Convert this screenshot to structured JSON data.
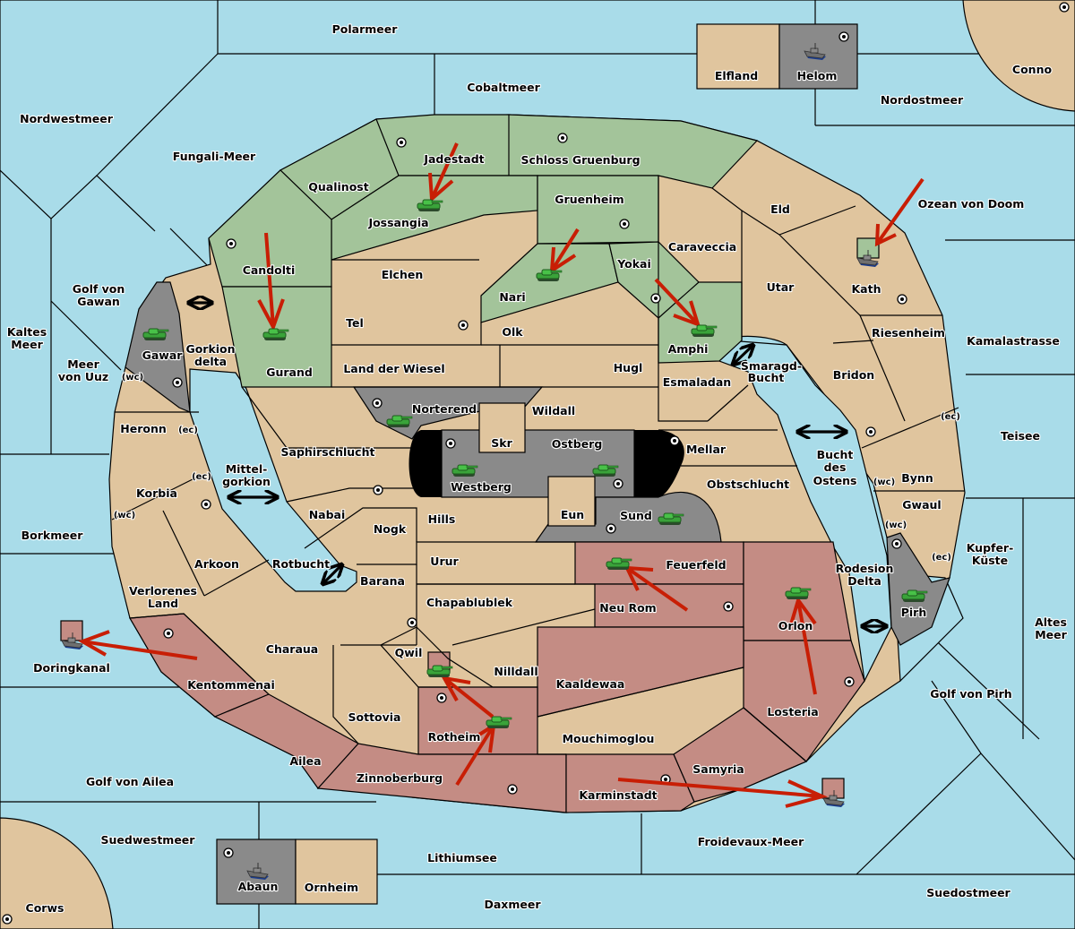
{
  "title": "Diplomacy map",
  "colors": {
    "sea": "#a9dce9",
    "neutral_land": "#e0c59e",
    "green_power": "#a3c49a",
    "red_power": "#c48c84",
    "grey_power": "#8a8a8a",
    "order_arrow": "#c81e05",
    "unit_army": "#3aa33a",
    "unit_fleet": "#6f6f6f"
  },
  "territories": {
    "polarmeer": "Polarmeer",
    "cobaltmeer": "Cobaltmeer",
    "nordwestmeer": "Nordwestmeer",
    "fungali_meer": "Fungali-Meer",
    "elfland": "Elfland",
    "helom": "Helom",
    "conno": "Conno",
    "nordostmeer": "Nordostmeer",
    "jadestadt": "Jadestadt",
    "schloss_gruenburg": "Schloss Gruenburg",
    "qualinost": "Qualinost",
    "jossangia": "Jossangia",
    "gruenheim": "Gruenheim",
    "eld": "Eld",
    "ozean_von_doom": "Ozean von Doom",
    "caraveccia": "Caraveccia",
    "candolti": "Candolti",
    "elchen": "Elchen",
    "yokai": "Yokai",
    "nari": "Nari",
    "utar": "Utar",
    "kath": "Kath",
    "golf_von_gawan": "Golf von Gawan",
    "kaltes_meer": "Kaltes Meer",
    "meer_von_uuz": "Meer von Uuz",
    "gawar": "Gawar",
    "gorkion_delta": "Gorkion delta",
    "gurand": "Gurand",
    "tel": "Tel",
    "olk": "Olk",
    "amphi": "Amphi",
    "riesenheim": "Riesenheim",
    "kamalastrasse": "Kamalastrasse",
    "land_der_wiesel": "Land der Wiesel",
    "hugl": "Hugl",
    "smaragd_bucht": "Smaragd-Bucht",
    "bridon": "Bridon",
    "esmaladan": "Esmaladan",
    "norterend": "Norterend",
    "wildall": "Wildall",
    "heronn": "Heronn",
    "skr": "Skr",
    "ostberg": "Ostberg",
    "mellar": "Mellar",
    "bucht_des_ostens": "Bucht des Ostens",
    "teisee": "Teisee",
    "saphirschlucht": "Saphirschlucht",
    "westberg": "Westberg",
    "mittelgorkion": "Mittel-gorkion",
    "korbia": "Korbia",
    "obstschlucht": "Obstschlucht",
    "bynn": "Bynn",
    "gwaul": "Gwaul",
    "nabai": "Nabai",
    "hills": "Hills",
    "eun": "Eun",
    "sund": "Sund",
    "nogk": "Nogk",
    "borkmeer": "Borkmeer",
    "urur": "Urur",
    "feuerfeld": "Feuerfeld",
    "kupfer_kueste": "Kupfer-Küste",
    "arkoon": "Arkoon",
    "rotbucht": "Rotbucht",
    "barana": "Barana",
    "rodesion_delta": "Rodesion Delta",
    "verlorenes_land": "Verlorenes Land",
    "chapablublek": "Chapablublek",
    "neu_rom": "Neu Rom",
    "orlon": "Orlon",
    "pirh": "Pirh",
    "altes_meer": "Altes Meer",
    "doringkanal": "Doringkanal",
    "charaua": "Charaua",
    "qwil": "Qwil",
    "nilldall": "Nilldall",
    "kentommenai": "Kentommenai",
    "kaaldewaa": "Kaaldewaa",
    "golf_von_pirh": "Golf von Pirh",
    "losteria": "Losteria",
    "sottovia": "Sottovia",
    "rotheim": "Rotheim",
    "mouchimoglou": "Mouchimoglou",
    "ailea": "Ailea",
    "samyria": "Samyria",
    "zinnoberburg": "Zinnoberburg",
    "karminstadt": "Karminstadt",
    "golf_von_ailea": "Golf von Ailea",
    "suedwestmeer": "Suedwestmeer",
    "froidevaux_meer": "Froidevaux-Meer",
    "lithiumsee": "Lithiumsee",
    "abaun": "Abaun",
    "ornheim": "Ornheim",
    "suedostmeer": "Suedostmeer",
    "daxmeer": "Daxmeer",
    "corws": "Corws"
  },
  "coast_tags": {
    "wc": "(wc)",
    "ec": "(ec)"
  },
  "units": [
    {
      "type": "army",
      "territory": "Jossangia",
      "owner": "green"
    },
    {
      "type": "army",
      "territory": "Gurand",
      "owner": "green"
    },
    {
      "type": "army",
      "territory": "Nari",
      "owner": "green"
    },
    {
      "type": "army",
      "territory": "Amphi",
      "owner": "green"
    },
    {
      "type": "army",
      "territory": "Gawar",
      "owner": "grey"
    },
    {
      "type": "army",
      "territory": "Norterend",
      "owner": "grey"
    },
    {
      "type": "army",
      "territory": "Westberg",
      "owner": "grey"
    },
    {
      "type": "army",
      "territory": "Ostberg",
      "owner": "grey"
    },
    {
      "type": "army",
      "territory": "Sund",
      "owner": "grey"
    },
    {
      "type": "army",
      "territory": "Pirh",
      "owner": "grey"
    },
    {
      "type": "army",
      "territory": "Feuerfeld",
      "owner": "red"
    },
    {
      "type": "army",
      "territory": "Orlon",
      "owner": "red"
    },
    {
      "type": "army",
      "territory": "Qwil",
      "owner": "red"
    },
    {
      "type": "army",
      "territory": "Rotheim",
      "owner": "red"
    },
    {
      "type": "fleet",
      "territory": "Helom",
      "owner": "grey"
    },
    {
      "type": "fleet",
      "territory": "Abaun",
      "owner": "grey"
    },
    {
      "type": "fleet",
      "territory": "Kath",
      "owner": "green"
    },
    {
      "type": "fleet",
      "territory": "Doringkanal",
      "owner": "red"
    },
    {
      "type": "fleet",
      "territory": "Froidevaux-Meer",
      "owner": "red"
    }
  ],
  "orders": [
    {
      "from": "Jadestadt",
      "to": "Jossangia"
    },
    {
      "from": "Candolti",
      "to": "Gurand"
    },
    {
      "from": "Gruenheim",
      "to": "Nari"
    },
    {
      "from": "Yokai",
      "to": "Amphi"
    },
    {
      "from": "Ozean von Doom",
      "to": "Kath"
    },
    {
      "from": "Neu Rom",
      "to": "Feuerfeld"
    },
    {
      "from": "Losteria",
      "to": "Orlon"
    },
    {
      "from": "Kentommenai",
      "to": "Doringkanal"
    },
    {
      "from": "Rotheim",
      "to": "Qwil"
    },
    {
      "from": "Zinnoberburg",
      "to": "Rotheim"
    },
    {
      "from": "Karminstadt",
      "to": "Froidevaux-Meer"
    }
  ]
}
